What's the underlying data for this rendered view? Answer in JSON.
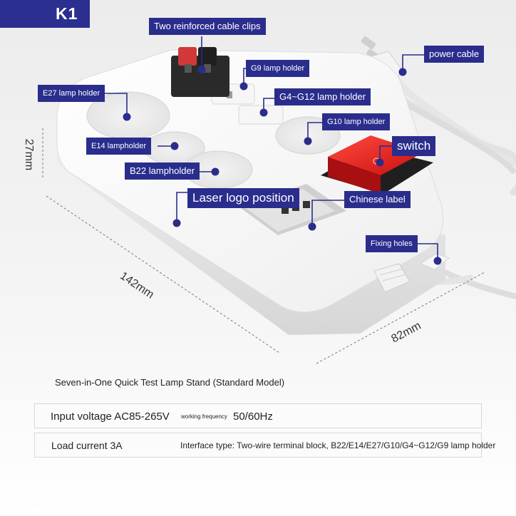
{
  "model": "K1",
  "callouts": {
    "cable_clips": "Two reinforced cable clips",
    "g9": "G9 lamp holder",
    "power_cable": "power cable",
    "e27": "E27 lamp holder",
    "g4_g12": "G4~G12 lamp holder",
    "g10": "G10 lamp holder",
    "e14": "E14 lampholder",
    "switch": "switch",
    "b22": "B22 lampholder",
    "laser_logo": "Laser logo position",
    "chinese_label": "Chinese label",
    "fixing_holes": "Fixing holes"
  },
  "dimensions": {
    "height": "27mm",
    "length": "142mm",
    "width": "82mm"
  },
  "caption": "Seven-in-One Quick Test Lamp Stand (Standard Model)",
  "specs": {
    "input_voltage": "Input voltage AC85-265V",
    "frequency_label": "working frequency",
    "frequency_value": "50/60Hz",
    "load_current": "Load current 3A",
    "interface": "Interface type: Two-wire terminal block, B22/E14/E27/G10/G4~G12/G9 lamp holder"
  },
  "colors": {
    "callout_bg": "#2a2d8c",
    "switch_red": "#e01e1e",
    "body_white": "#ffffff"
  }
}
